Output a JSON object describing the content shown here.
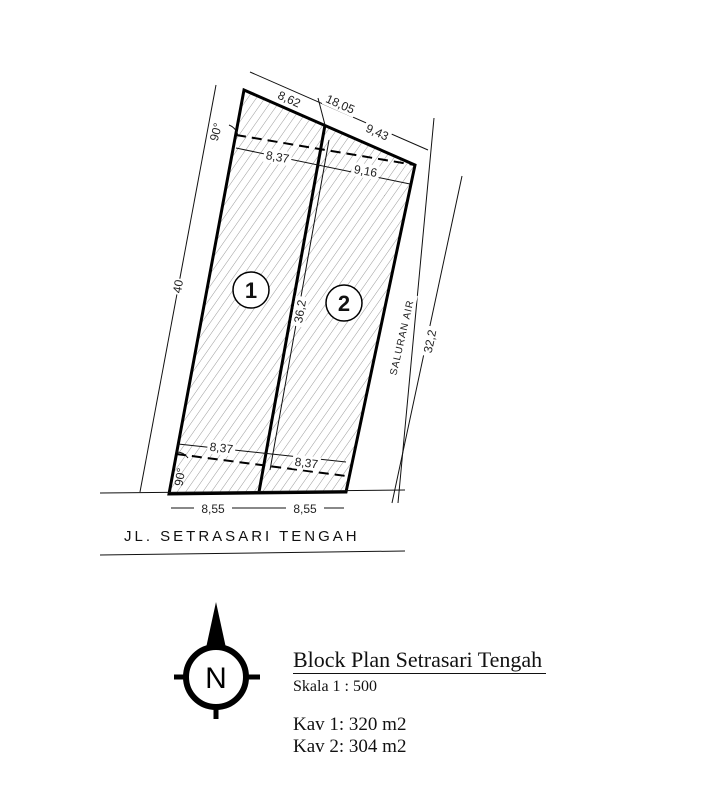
{
  "title": "Block Plan Setrasari Tengah",
  "scale": "Skala 1 : 500",
  "areas": [
    "Kav 1: 320 m2",
    "Kav 2: 304 m2"
  ],
  "road_name": "JL. SETRASARI TENGAH",
  "channel_label": "SALURAN AIR",
  "compass_letter": "N",
  "plots": [
    "1",
    "2"
  ],
  "dimensions": {
    "top_total": "18,05",
    "top_left": "8,62",
    "top_right": "9,43",
    "upper_left_inner": "8,37",
    "upper_right_inner": "9,16",
    "lower_left_inner": "8,37",
    "lower_right_inner": "8,37",
    "bottom_left": "8,55",
    "bottom_right": "8,55",
    "left_side": "40",
    "right_side": "32,2",
    "divider": "36,2",
    "angle_top": "90°",
    "angle_bottom": "90°"
  }
}
